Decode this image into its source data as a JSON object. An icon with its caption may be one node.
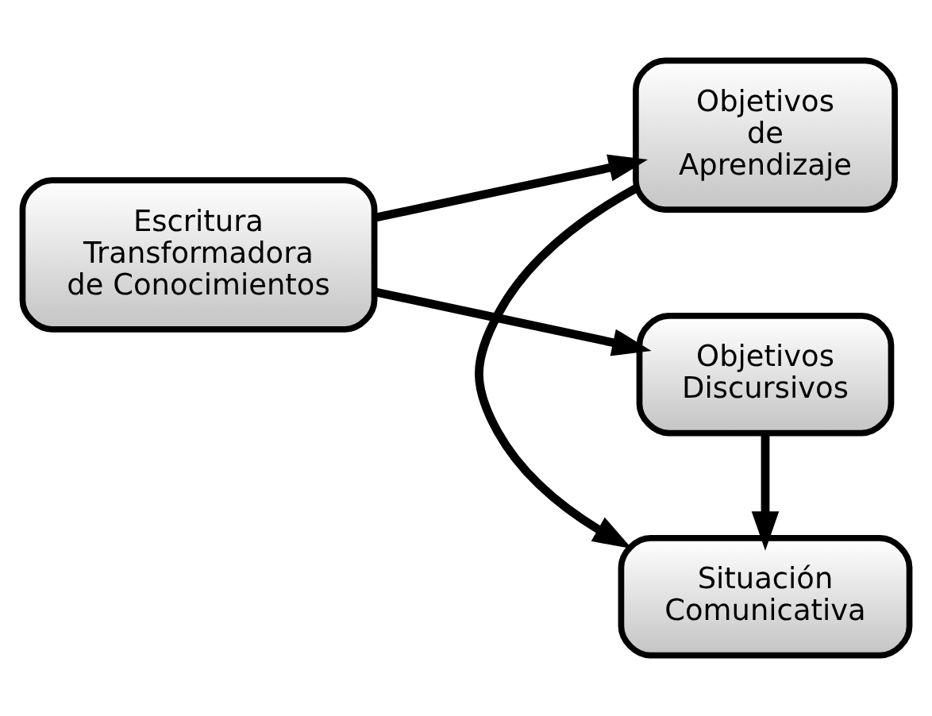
{
  "diagram": {
    "nodes": [
      {
        "text": [
          "Escritura Transformadora de Conocimientos"
        ]
      },
      {
        "text": [
          "Objetivos de Aprendizaje"
        ]
      },
      {
        "text": [
          "Situación Comunicativa"
        ]
      },
      {
        "text": [
          "Objetivos Discursivos"
        ]
      }
    ],
    "edges": [
      {
        "from": 0,
        "to": 1,
        "arrow": "to"
      },
      {
        "from": 0,
        "to": 3,
        "arrow": "to"
      },
      {
        "from": 1,
        "to": 2,
        "arrow": "to"
      },
      {
        "from": 3,
        "to": 2,
        "arrow": "to"
      }
    ]
  }
}
